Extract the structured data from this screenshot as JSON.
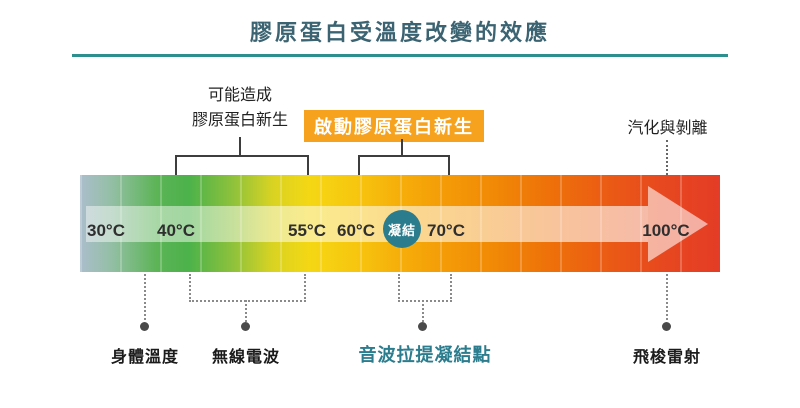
{
  "title": "膠原蛋白受溫度改變的效應",
  "top_annotations": {
    "possible_line1": "可能造成",
    "possible_line2": "膠原蛋白新生",
    "activate": "啟動膠原蛋白新生",
    "vaporize": "汽化與剝離"
  },
  "temperature_scale": {
    "t30": "30°C",
    "t40": "40°C",
    "t55": "55°C",
    "t60": "60°C",
    "t70": "70°C",
    "t100": "100°C",
    "coagulation_badge": "凝結"
  },
  "bottom_annotations": {
    "body_temperature": "身體溫度",
    "radio_wave": "無線電波",
    "ultrasound_coagulation_point": "音波拉提凝結點",
    "fractional_laser": "飛梭雷射"
  },
  "colors": {
    "title_text": "#3b6372",
    "title_underline": "#2e8f8f",
    "activate_highlight": "#f6a21e",
    "coagulation_badge": "#2b7d8e",
    "ultrasound_label": "#2b7d8e",
    "gradient_start_blue": "#abbecb",
    "gradient_green": "#4cb24a",
    "gradient_yellow": "#f5d714",
    "gradient_orange": "#f49b07",
    "gradient_end_red": "#e43c26"
  }
}
